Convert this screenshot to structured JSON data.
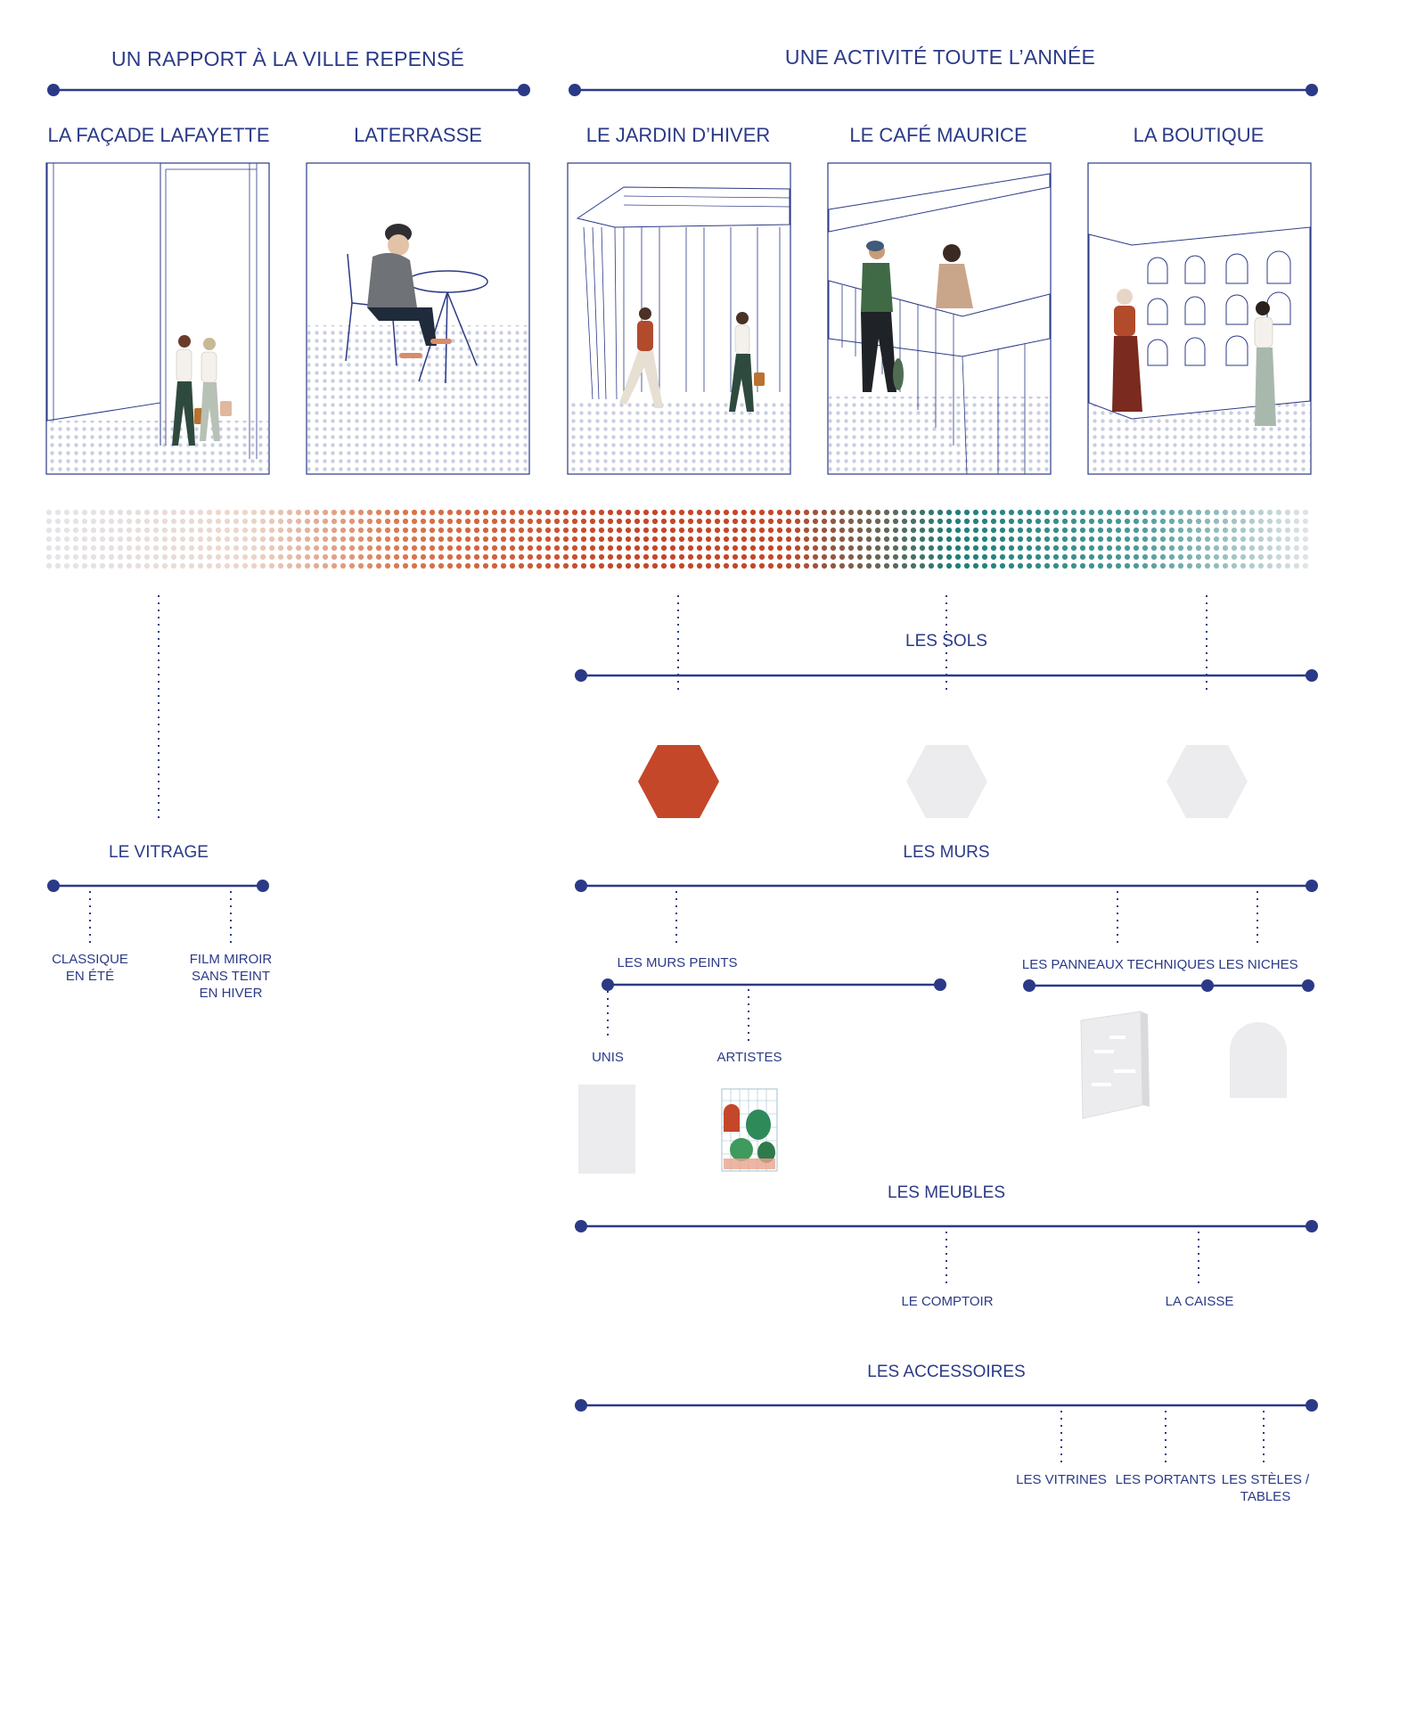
{
  "colors": {
    "navy": "#2b3a87",
    "terracotta": "#c4472a",
    "teal": "#1f7f7a",
    "light_grey": "#ececef",
    "dot_grey": "#c9cde0"
  },
  "headers": {
    "left": "UN RAPPORT À LA VILLE REPENSÉ",
    "right": "UNE ACTIVITÉ TOUTE L’ANNÉE"
  },
  "panels": [
    {
      "title": "LA FAÇADE LAFAYETTE",
      "illustration": "facade-doorway-illustration"
    },
    {
      "title": "LATERRASSE",
      "illustration": "terrace-seated-man-illustration"
    },
    {
      "title": "LE JARDIN D’HIVER",
      "illustration": "winter-garden-glass-illustration"
    },
    {
      "title": "LE CAFÉ MAURICE",
      "illustration": "cafe-counter-illustration"
    },
    {
      "title": "LA BOUTIQUE",
      "illustration": "boutique-niches-illustration"
    }
  ],
  "sections": {
    "vitrage": {
      "title": "LE VITRAGE",
      "items": [
        {
          "lines": [
            "CLASSIQUE",
            "EN ÉTÉ"
          ]
        },
        {
          "lines": [
            "FILM MIROIR",
            "SANS TEINT",
            "EN HIVER"
          ]
        }
      ]
    },
    "sols": {
      "title": "LES SOLS",
      "swatches": [
        {
          "color": "#c4472a",
          "shape": "hexagon"
        },
        {
          "color": "#ececef",
          "shape": "hexagon"
        },
        {
          "color": "#ececef",
          "shape": "hexagon"
        }
      ]
    },
    "murs": {
      "title": "LES MURS",
      "peints": {
        "title": "LES MURS PEINTS",
        "items": [
          {
            "label": "UNIS",
            "icon": "plain-panel-swatch"
          },
          {
            "label": "ARTISTES",
            "icon": "artist-mural-swatch"
          }
        ]
      },
      "panneaux": {
        "title": "LES PANNEAUX  TECHNIQUES",
        "icon": "technical-panel-icon"
      },
      "niches": {
        "title": "LES NICHES",
        "icon": "arch-niche-icon"
      }
    },
    "meubles": {
      "title": "LES MEUBLES",
      "items": [
        "LE COMPTOIR",
        "LA CAISSE"
      ]
    },
    "accessoires": {
      "title": "LES ACCESSOIRES",
      "items": [
        {
          "lines": [
            "LES VITRINES"
          ]
        },
        {
          "lines": [
            "LES PORTANTS"
          ]
        },
        {
          "lines": [
            "LES STÈLES /",
            "TABLES"
          ]
        }
      ]
    }
  }
}
